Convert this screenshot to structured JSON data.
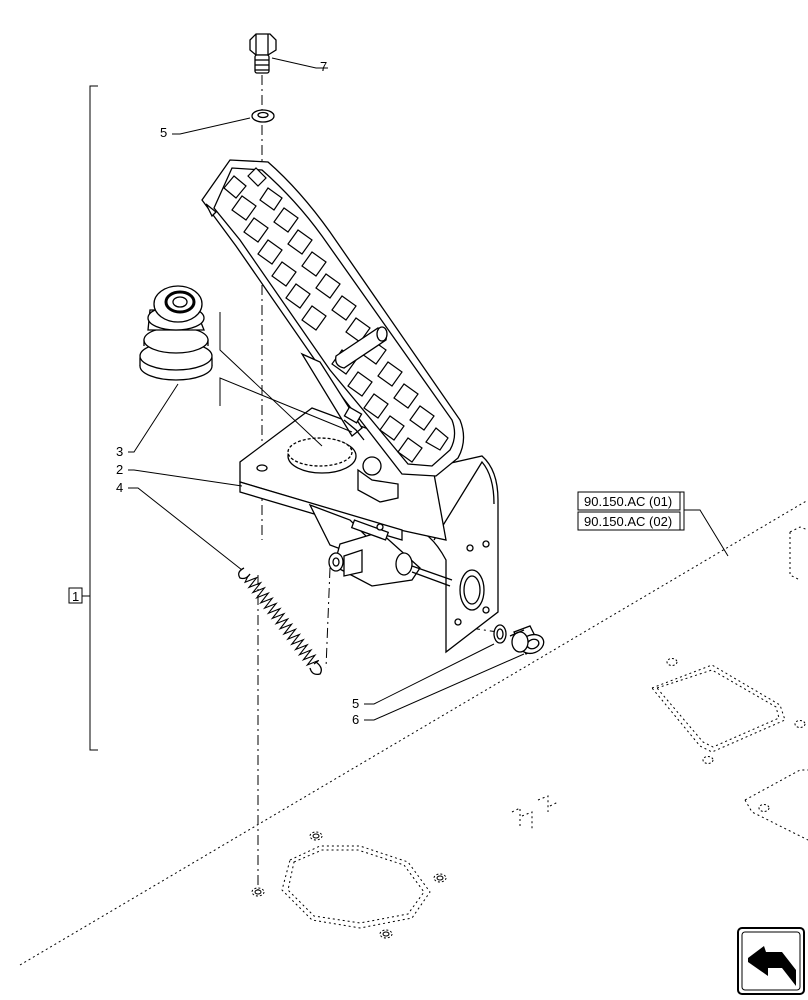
{
  "callouts": {
    "c7": "7",
    "c5_top": "5",
    "c3": "3",
    "c2": "2",
    "c4": "4",
    "c1": "1",
    "c5_bottom": "5",
    "c6": "6"
  },
  "references": [
    "90.150.AC (01)",
    "90.150.AC (02)"
  ],
  "nav_icon": "next-page-arrow-icon"
}
